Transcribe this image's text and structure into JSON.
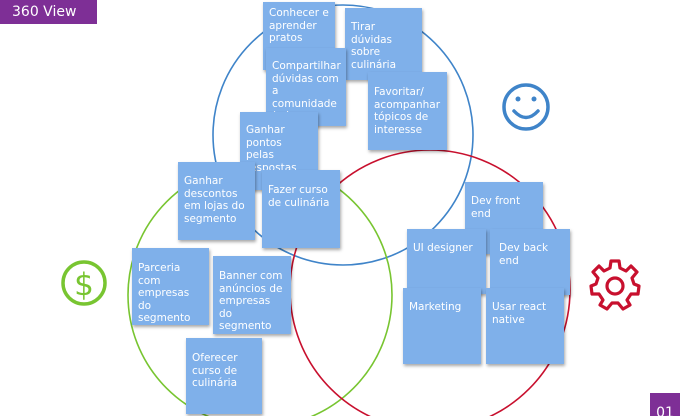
{
  "header": {
    "title": "360 View"
  },
  "page_number": "01",
  "circles": {
    "blue_color": "#3f84c9",
    "green_color": "#78c531",
    "red_color": "#c8102e"
  },
  "icons": {
    "smiley": "smiley-icon",
    "dollar": "dollar-icon",
    "gear": "gear-icon",
    "smiley_color": "#3f84c9",
    "dollar_color": "#78c531",
    "gear_color": "#c8102e"
  },
  "notes": {
    "conhecer": "Conhecer e aprender pratos",
    "tirar_duvidas": "Tirar dúvidas sobre culinária",
    "compartilhar": "Compartilhar dúvidas com a comunidade (criar tópicos)",
    "favoritar": "Favoritar/ acompanhar tópicos de interesse",
    "ganhar_pontos": "Ganhar pontos pelas respostas",
    "ganhar_descontos": "Ganhar descontos em lojas do segmento",
    "fazer_curso": "Fazer curso de culinária",
    "dev_front": "Dev front end",
    "ui_designer": "UI designer",
    "dev_back": "Dev back end",
    "parceria": "Parceria com empresas do segmento",
    "banner": "Banner com anúncios de empresas do segmento",
    "marketing": "Marketing",
    "usar_react": "Usar react native",
    "oferecer_curso": "Oferecer curso de culinária"
  }
}
